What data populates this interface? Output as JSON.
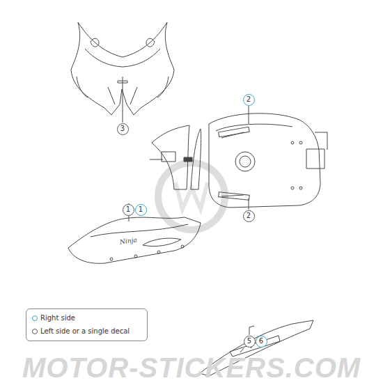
{
  "diagram": {
    "nodes": [
      {
        "text": [
          "3"
        ]
      },
      {
        "text": [
          "2"
        ]
      },
      {
        "text": [
          "2"
        ]
      },
      {
        "text": [
          "1"
        ]
      },
      {
        "text": [
          "1"
        ]
      },
      {
        "text": [
          "5"
        ]
      },
      {
        "text": [
          "6"
        ]
      }
    ],
    "labels": [
      "Ninja",
      "MOTOR-STICKERS.COM"
    ],
    "legend": [
      {
        "text": "Right side"
      },
      {
        "text": "Left side or a single decal"
      }
    ]
  }
}
